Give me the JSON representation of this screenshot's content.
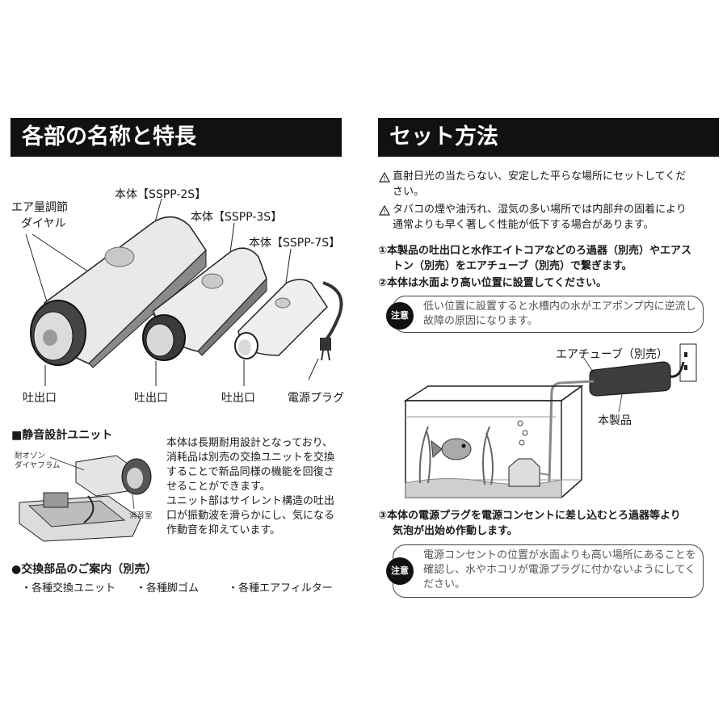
{
  "left": {
    "header": "各部の名称と特長",
    "labels": {
      "air_dial_1": "エア量調節",
      "air_dial_2": "ダイヤル",
      "model_2s": "本体【SSPP-2S】",
      "model_3s": "本体【SSPP-3S】",
      "model_7s": "本体【SSPP-7S】",
      "outlet_1": "吐出口",
      "outlet_2": "吐出口",
      "outlet_3": "吐出口",
      "plug": "電源プラグ"
    },
    "silent": {
      "title": "■静音設計ユニット",
      "diagram_label_1": "耐オゾン",
      "diagram_label_2": "ダイヤフラム",
      "diagram_label_3": "消音室",
      "lines": [
        "本体は長期耐用設計となっており、",
        "消耗品は別売の交換ユニットを交換",
        "することで新品同様の機能を回復さ",
        "せることができます。",
        "ユニット部はサイレント構造の吐出",
        "口が振動波を滑らかにし、気になる",
        "作動音を抑えています。"
      ]
    },
    "parts": {
      "title": "●交換部品のご案内（別売）",
      "items": [
        "・各種交換ユニット",
        "・各種脚ゴム",
        "・各種エアフィルター"
      ]
    }
  },
  "right": {
    "header": "セット方法",
    "warnings": [
      [
        "直射日光の当たらない、安定した平らな場所にセットしてくだ",
        "さい。"
      ],
      [
        "タバコの煙や油汚れ、湿気の多い場所では内部弁の固着により",
        "通常よりも早く著しく性能が低下する場合があります。"
      ]
    ],
    "step1": [
      "①本製品の吐出口と水作エイトコアなどのろ過器（別売）やエアス",
      "トン（別売）をエアチューブ（別売）で繋ぎます。"
    ],
    "step2": "②本体は水面より高い位置に設置してください。",
    "caution1": {
      "badge": "注意",
      "lines": [
        "低い位置に設置すると水槽内の水がエアポンプ内に逆流し",
        "故障の原因になります。"
      ]
    },
    "diagram": {
      "tube_label": "エアチューブ（別売）",
      "product_label": "本製品"
    },
    "step3": [
      "③本体の電源プラグを電源コンセントに差し込むとろ過器等より",
      "気泡が出始め作動します。"
    ],
    "caution2": {
      "badge": "注意",
      "lines": [
        "電源コンセントの位置が水面よりも高い場所にあることを",
        "確認し、水やホコリが電源プラグに付かないようにしてく",
        "ださい。"
      ]
    }
  }
}
